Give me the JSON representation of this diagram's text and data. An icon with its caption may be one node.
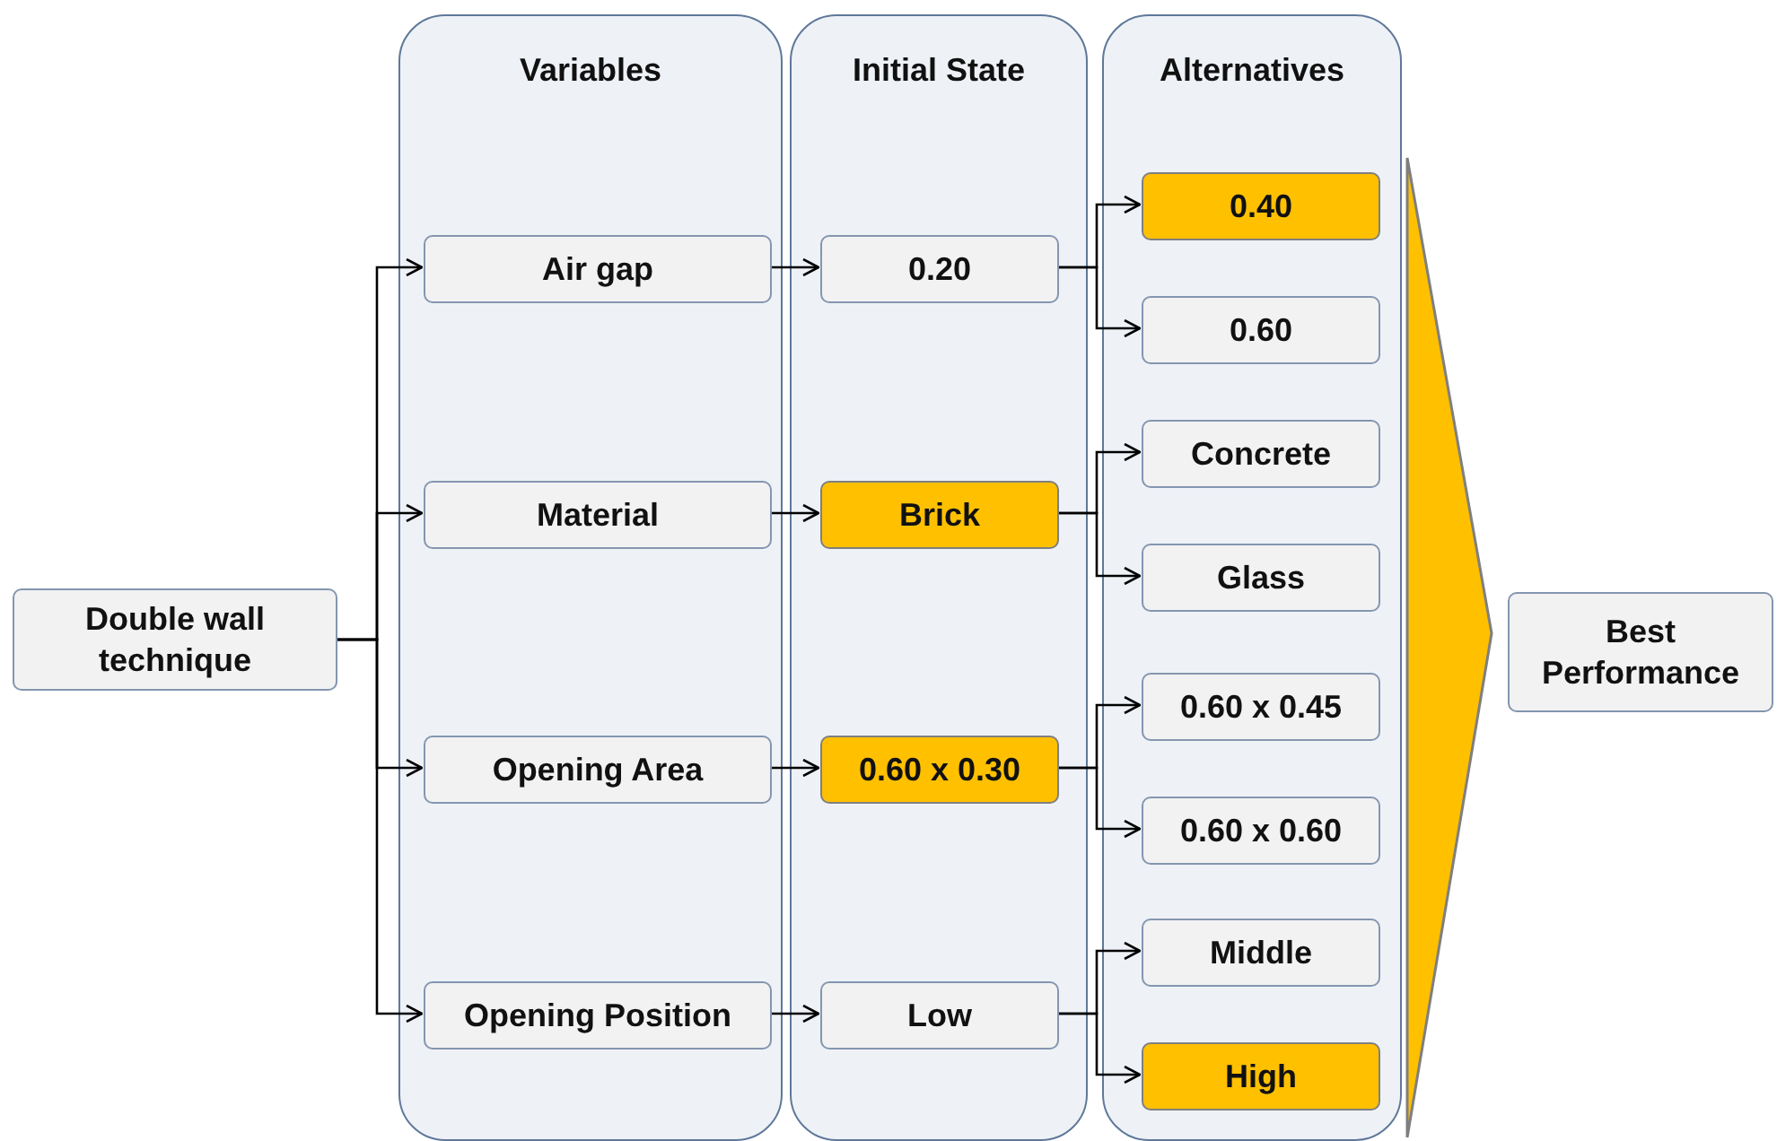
{
  "diagram": {
    "nodes": [
      {
        "text": [
          "Variables"
        ]
      },
      {
        "text": [
          "Initial State"
        ]
      },
      {
        "text": [
          "Alternatives"
        ]
      },
      {
        "text": [
          "Double wall technique"
        ]
      },
      {
        "text": [
          "Air gap"
        ],
        "in": 0
      },
      {
        "text": [
          "Material"
        ],
        "in": 0
      },
      {
        "text": [
          "Opening Area"
        ],
        "in": 0
      },
      {
        "text": [
          "Opening Position"
        ],
        "in": 0
      },
      {
        "text": [
          "0.20"
        ],
        "in": 1
      },
      {
        "text": [
          "Brick"
        ],
        "in": 1
      },
      {
        "text": [
          "0.60 x 0.30"
        ],
        "in": 1
      },
      {
        "text": [
          "Low"
        ],
        "in": 1
      },
      {
        "text": [
          "0.40"
        ],
        "in": 2
      },
      {
        "text": [
          "0.60"
        ],
        "in": 2
      },
      {
        "text": [
          "Concrete"
        ],
        "in": 2
      },
      {
        "text": [
          "Glass"
        ],
        "in": 2
      },
      {
        "text": [
          "0.60 x 0.45"
        ],
        "in": 2
      },
      {
        "text": [
          "0.60 x 0.60"
        ],
        "in": 2
      },
      {
        "text": [
          "Middle"
        ],
        "in": 2
      },
      {
        "text": [
          "High"
        ],
        "in": 2
      },
      {
        "text": [],
        "shape": "triangle"
      },
      {
        "text": [
          "Best Performance"
        ]
      }
    ],
    "edges": [
      {
        "from": 3,
        "to": 4,
        "arrow": "to"
      },
      {
        "from": 3,
        "to": 5,
        "arrow": "to"
      },
      {
        "from": 3,
        "to": 6,
        "arrow": "to"
      },
      {
        "from": 3,
        "to": 7,
        "arrow": "to"
      },
      {
        "from": 4,
        "to": 8,
        "arrow": "to"
      },
      {
        "from": 5,
        "to": 9,
        "arrow": "to"
      },
      {
        "from": 6,
        "to": 10,
        "arrow": "to"
      },
      {
        "from": 7,
        "to": 11,
        "arrow": "to"
      },
      {
        "from": 8,
        "to": 12,
        "arrow": "to"
      },
      {
        "from": 8,
        "to": 13,
        "arrow": "to"
      },
      {
        "from": 9,
        "to": 14,
        "arrow": "to"
      },
      {
        "from": 9,
        "to": 15,
        "arrow": "to"
      },
      {
        "from": 10,
        "to": 16,
        "arrow": "to"
      },
      {
        "from": 10,
        "to": 17,
        "arrow": "to"
      },
      {
        "from": 11,
        "to": 18,
        "arrow": "to"
      },
      {
        "from": 11,
        "to": 19,
        "arrow": "to"
      }
    ]
  }
}
